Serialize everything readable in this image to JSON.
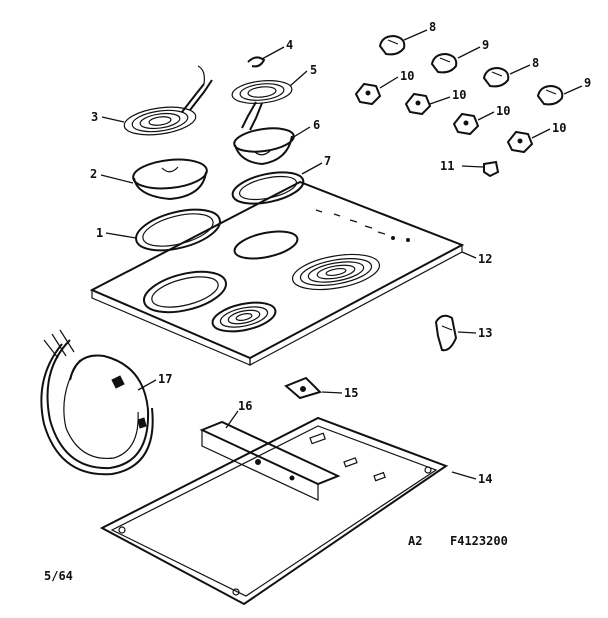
{
  "callouts": {
    "c1": "1",
    "c2": "2",
    "c3": "3",
    "c4": "4",
    "c5": "5",
    "c6": "6",
    "c7": "7",
    "c8a": "8",
    "c8b": "8",
    "c9a": "9",
    "c9b": "9",
    "c10a": "10",
    "c10b": "10",
    "c10c": "10",
    "c10d": "10",
    "c11": "11",
    "c12": "12",
    "c13": "13",
    "c14": "14",
    "c15": "15",
    "c16": "16",
    "c17": "17"
  },
  "footer": {
    "drawing_code": "A2",
    "drawing_number": "F4123200",
    "page": "5/64"
  },
  "colors": {
    "ink": "#111111",
    "paper": "#ffffff"
  }
}
